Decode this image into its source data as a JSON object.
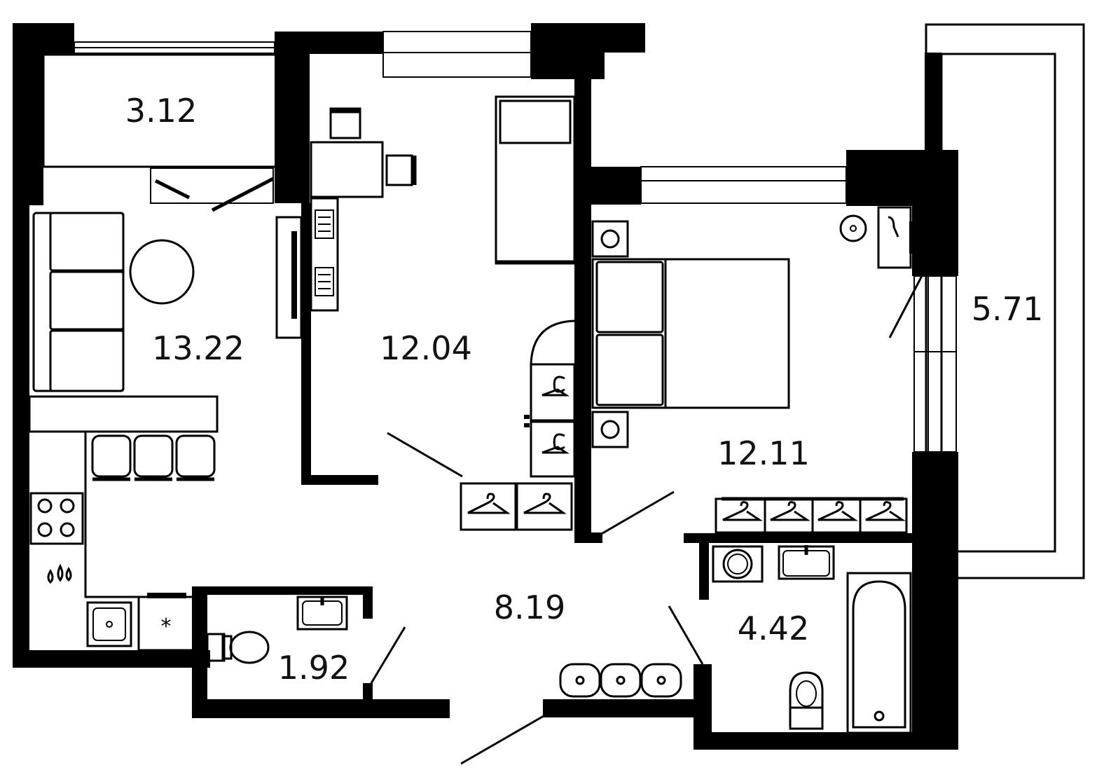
{
  "rooms": {
    "loggia_left": "3.12",
    "kitchen_living": "13.22",
    "room_center": "12.04",
    "bedroom": "12.11",
    "loggia_right": "5.71",
    "hall": "8.19",
    "wc": "1.92",
    "bathroom": "4.42"
  },
  "icons": [
    "hanger-icon",
    "sink-icon",
    "toilet-icon",
    "bathtub-icon",
    "stove-icon",
    "washing-machine-icon",
    "lamp-icon"
  ],
  "colors": {
    "walls": "#000000",
    "background": "#ffffff"
  }
}
